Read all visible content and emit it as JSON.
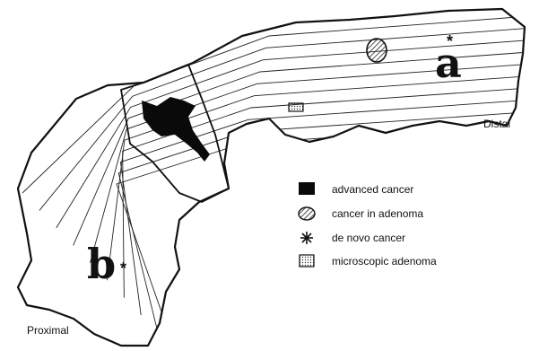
{
  "labels": {
    "distal": "Distal",
    "proximal": "Proximal",
    "site_a": "a",
    "site_b": "b",
    "site_a_marker": "*",
    "site_b_marker": "*"
  },
  "legend": [
    {
      "key": "advanced",
      "text": "advanced cancer",
      "icon": "black-square-icon"
    },
    {
      "key": "adenoma_cancer",
      "text": "cancer in adenoma",
      "icon": "hatched-oval-icon"
    },
    {
      "key": "denovo",
      "text": "de novo cancer",
      "icon": "asterisk-icon"
    },
    {
      "key": "microscopic",
      "text": "microscopic adenoma",
      "icon": "dotted-square-icon"
    }
  ]
}
